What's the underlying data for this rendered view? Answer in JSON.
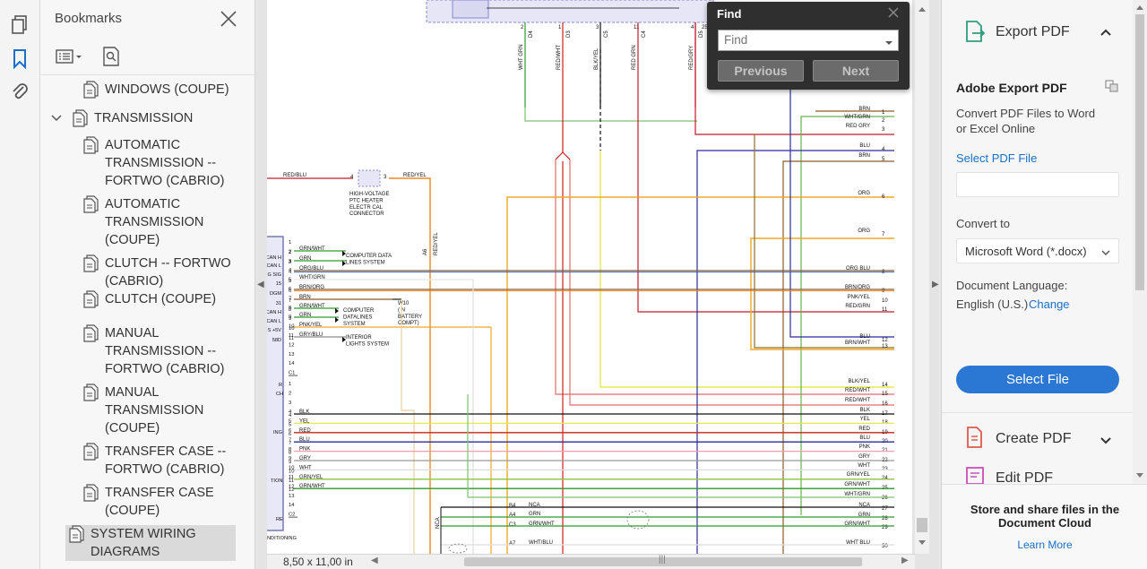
{
  "bookmarks": {
    "title": "Bookmarks",
    "items": [
      {
        "label": "WINDOWS (COUPE)",
        "level": 1
      },
      {
        "label": "TRANSMISSION",
        "level": 0,
        "expanded": true
      },
      {
        "label": "AUTOMATIC\nTRANSMISSION --\nFORTWO (CABRIO)",
        "level": 1
      },
      {
        "label": "AUTOMATIC\nTRANSMISSION\n(COUPE)",
        "level": 1
      },
      {
        "label": "CLUTCH -- FORTWO\n(CABRIO)",
        "level": 1
      },
      {
        "label": "CLUTCH (COUPE)",
        "level": 1
      },
      {
        "label": "MANUAL\nTRANSMISSION --\nFORTWO (CABRIO)",
        "level": 1
      },
      {
        "label": "MANUAL\nTRANSMISSION\n(COUPE)",
        "level": 1
      },
      {
        "label": "TRANSFER CASE --\nFORTWO (CABRIO)",
        "level": 1
      },
      {
        "label": "TRANSFER CASE\n(COUPE)",
        "level": 1
      },
      {
        "label": "SYSTEM WIRING\nDIAGRAMS",
        "level": 0,
        "selected": true
      }
    ]
  },
  "document": {
    "page_size": "8,50 x 11,00 in",
    "left_wires": [
      {
        "pin": "2",
        "label": "GRN/WHT"
      },
      {
        "pin": "3",
        "label": "GRN"
      },
      {
        "pin": "4",
        "label": "ORG/BLU"
      },
      {
        "pin": "5",
        "label": "WHT/GRN"
      },
      {
        "pin": "6",
        "label": "BRN/ORG"
      },
      {
        "pin": "7",
        "label": "BRN"
      },
      {
        "pin": "8",
        "label": "GRN/WHT"
      },
      {
        "pin": "9",
        "label": "GRN"
      },
      {
        "pin": "10",
        "label": "PNK/YEL"
      },
      {
        "pin": "11",
        "label": "GRY/BLU"
      }
    ],
    "lower_wires": [
      {
        "pin": "4",
        "label": "BLK"
      },
      {
        "pin": "5",
        "label": "YEL"
      },
      {
        "pin": "6",
        "label": "RED"
      },
      {
        "pin": "7",
        "label": "BLU"
      },
      {
        "pin": "8",
        "label": "PNK"
      },
      {
        "pin": "9",
        "label": "GRY"
      },
      {
        "pin": "10",
        "label": "WHT"
      },
      {
        "pin": "11",
        "label": "GRN/YEL"
      },
      {
        "pin": "12",
        "label": "GRN/WHT"
      }
    ],
    "module_labels": [
      "CAN H",
      "CAN L",
      "G SIG",
      "15",
      "DGM",
      "31",
      "CAN H",
      "CAN L",
      "S +5V",
      "58D"
    ],
    "module_pins": [
      "1",
      "2",
      "3",
      "4",
      "5",
      "6",
      "7",
      "8",
      "9",
      "10",
      "11",
      "12",
      "13",
      "14",
      "C1",
      "1",
      "2",
      "3",
      "4",
      "5",
      "6",
      "7",
      "8",
      "9",
      "10",
      "11",
      "12",
      "13",
      "14",
      "C2"
    ],
    "module_words": [
      "R",
      "CH",
      "ING",
      "TION",
      "RE",
      "NDITIONING"
    ],
    "right_labels": [
      {
        "pin": "1",
        "label": "BRN"
      },
      {
        "pin": "2",
        "label": "WHT/GRN"
      },
      {
        "pin": "3",
        "label": "RED GRY"
      },
      {
        "pin": "4",
        "label": "BLU"
      },
      {
        "pin": "5",
        "label": "BRN"
      },
      {
        "pin": "6",
        "label": "ORG"
      },
      {
        "pin": "7",
        "label": "ORG"
      },
      {
        "pin": "8",
        "label": "ORG BLU"
      },
      {
        "pin": "9",
        "label": "BRN/ORG"
      },
      {
        "pin": "10",
        "label": "PNK/YEL"
      },
      {
        "pin": "11",
        "label": "RED/GRN"
      },
      {
        "pin": "12",
        "label": "BLU"
      },
      {
        "pin": "13",
        "label": "BRN/WHT"
      },
      {
        "pin": "14",
        "label": "BLK/YEL"
      },
      {
        "pin": "15",
        "label": "RED/WHT"
      },
      {
        "pin": "16",
        "label": "RED/WHT"
      },
      {
        "pin": "17",
        "label": "BLK"
      },
      {
        "pin": "18",
        "label": "YEL"
      },
      {
        "pin": "19",
        "label": "RED"
      },
      {
        "pin": "20",
        "label": "BLU"
      },
      {
        "pin": "21",
        "label": "PNK"
      },
      {
        "pin": "22",
        "label": "GRY"
      },
      {
        "pin": "23",
        "label": "WHT"
      },
      {
        "pin": "24",
        "label": "GRN/YEL"
      },
      {
        "pin": "25",
        "label": "GRN/WHT"
      },
      {
        "pin": "26",
        "label": "WHT/GRN"
      },
      {
        "pin": "27",
        "label": "NCA"
      },
      {
        "pin": "28",
        "label": "GRN"
      },
      {
        "pin": "29",
        "label": "GRN/WHT"
      },
      {
        "pin": "30",
        "label": "WHT BLU"
      }
    ],
    "top_wires": [
      {
        "label": "WHT GRN",
        "pin": "D4"
      },
      {
        "label": "RED/WHT",
        "pin": "D3"
      },
      {
        "label": "BLK/YEL",
        "pin": "C5"
      },
      {
        "label": "RED GRN",
        "pin": "C4"
      },
      {
        "label": "RED/GRY",
        "pin": "D5"
      }
    ],
    "top_pins": [
      "2",
      "1",
      "3",
      "11",
      "4",
      "25"
    ],
    "heater_wire_left": "RED/BLU",
    "heater_pin_left": "4",
    "heater_pin_right": "3",
    "heater_wire_right": "RED/YEL",
    "heater_connector": "HIGH-VOLTAGE\nPTC HEATER\nELECTR CAL\nCONNECTOR",
    "c1_tag": "C1",
    "c2_tag": "C2",
    "vert_label_orange": "RED/YEL",
    "vert_pin_orange": "A6",
    "computer_data_1": "COMPUTER DATA\nLINES SYSTEM",
    "computer_data_2": "COMPUTER\nDATALINES\nSYSTEM",
    "interior_lights": "INTERIOR\nLIGHTS SYSTEM",
    "battery_label": "W10\n( N\nBATTERY\nCOMPT)",
    "bottom_connector": [
      {
        "pin": "B4",
        "label": "NCA"
      },
      {
        "pin": "A4",
        "label": "GRN"
      },
      {
        "pin": "C3",
        "label": "GRN/WHT"
      },
      {
        "pin": "A7",
        "label": "WHT/BLU"
      }
    ],
    "bottom_vert_label": "NCA"
  },
  "find": {
    "title": "Find",
    "placeholder": "Find",
    "previous": "Previous",
    "next": "Next"
  },
  "right_panel": {
    "export_title": "Export PDF",
    "heading": "Adobe Export PDF",
    "description": "Convert PDF Files to Word or Excel Online",
    "select_pdf_link": "Select PDF File",
    "convert_to_label": "Convert to",
    "convert_to_value": "Microsoft Word (*.docx)",
    "doc_language_label": "Document Language:",
    "doc_language_value": "English (U.S.)",
    "change_link": "Change",
    "select_file_button": "Select File",
    "create_pdf": "Create PDF",
    "edit_pdf": "Edit PDF",
    "cloud_text": "Store and share files in the Document Cloud",
    "learn_more": "Learn More"
  },
  "colors": {
    "accent": "#2b77d4",
    "link": "#1a6fc9",
    "bookmark_icon": "#1a6fc9",
    "export_icon": "#2f9e7e",
    "create_icon": "#e05b4b",
    "edit_icon": "#c94fb7"
  }
}
